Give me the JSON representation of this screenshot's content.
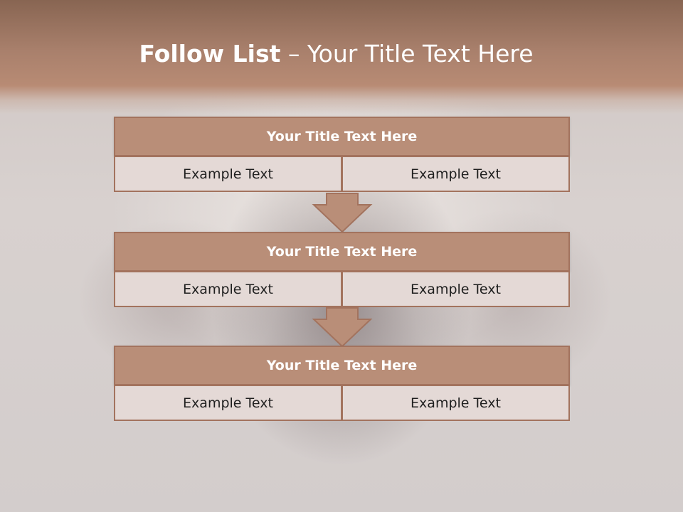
{
  "slide": {
    "title_bold": "Follow List",
    "title_separator": "–",
    "title_rest": "Your Title Text Here"
  },
  "blocks": [
    {
      "title": "Your Title Text Here",
      "cells": [
        "Example Text",
        "Example Text"
      ]
    },
    {
      "title": "Your Title Text Here",
      "cells": [
        "Example Text",
        "Example Text"
      ]
    },
    {
      "title": "Your Title Text Here",
      "cells": [
        "Example Text",
        "Example Text"
      ]
    }
  ],
  "colors": {
    "header": "#a9806c",
    "title_fill": "#b98e78",
    "cell_fill": "#e4d9d6",
    "border": "#a3735e"
  },
  "icons": [
    "down-arrow-icon",
    "down-arrow-icon"
  ]
}
